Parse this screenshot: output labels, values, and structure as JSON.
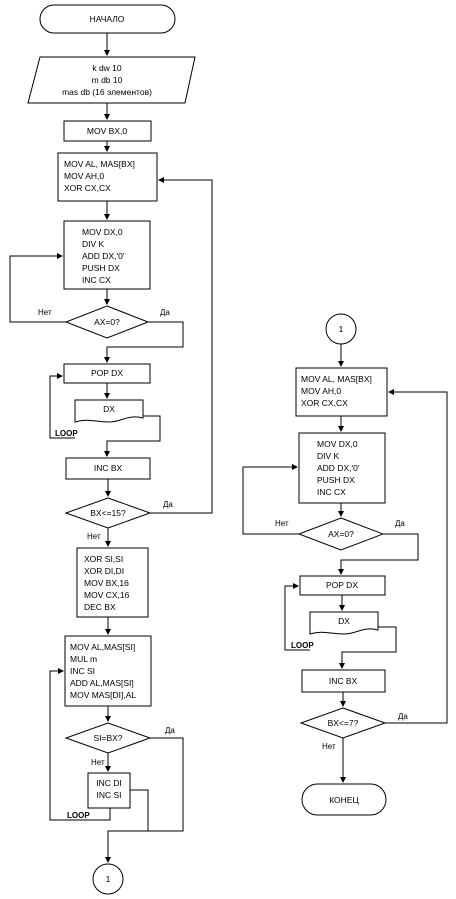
{
  "flowchart": {
    "left": {
      "start": "НАЧАЛО",
      "input": [
        "k dw 10",
        "m db 10",
        "mas db (16 элементов)"
      ],
      "b1": "MOV BX,0",
      "b2": [
        "MOV AL, MAS[BX]",
        "MOV AH,0",
        "XOR CX,CX"
      ],
      "b3": [
        "MOV DX,0",
        "DIV K",
        "ADD DX,'0'",
        "PUSH DX",
        "INC CX"
      ],
      "d1": "AX=0?",
      "d1_no": "Нет",
      "d1_yes": "Да",
      "b4": "POP DX",
      "out1": "DX",
      "loop1": "LOOP",
      "b5": "INC BX",
      "d2": "BX<=15?",
      "d2_no": "Нет",
      "d2_yes": "Да",
      "b6": [
        "XOR SI,SI",
        "XOR DI,DI",
        "MOV BX,16",
        "MOV CX,16",
        "DEC BX"
      ],
      "b7": [
        "MOV AL,MAS[SI]",
        "MUL m",
        "INC SI",
        "ADD AL,MAS[SI]",
        "MOV MAS[DI],AL"
      ],
      "d3": "SI=BX?",
      "d3_no": "Нет",
      "d3_yes": "Да",
      "b8": [
        "INC DI",
        "INC SI"
      ],
      "loop2": "LOOP",
      "connector": "1"
    },
    "right": {
      "connector": "1",
      "b1": [
        "MOV AL, MAS[BX]",
        "MOV AH,0",
        "XOR CX,CX"
      ],
      "b2": [
        "MOV DX,0",
        "DIV K",
        "ADD DX,'0'",
        "PUSH DX",
        "INC CX"
      ],
      "d1": "AX=0?",
      "d1_no": "Нет",
      "d1_yes": "Да",
      "b3": "POP DX",
      "out1": "DX",
      "loop1": "LOOP",
      "b4": "INC BX",
      "d2": "BX<=7?",
      "d2_no": "Нет",
      "d2_yes": "Да",
      "end": "КОНЕЦ"
    }
  }
}
